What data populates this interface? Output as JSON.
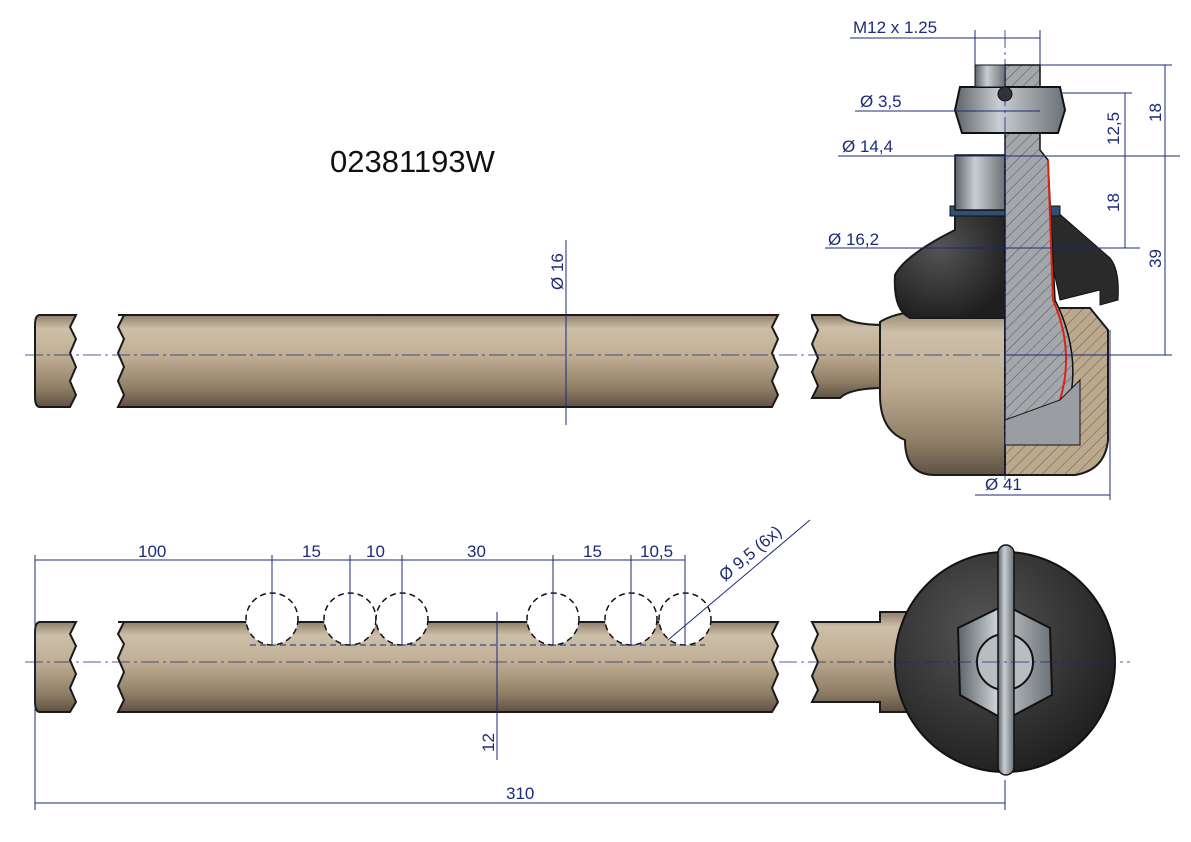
{
  "part_number": "02381193W",
  "top_view": {
    "rod_diameter": "Ø 16",
    "thread": "M12 x 1.25",
    "pin_hole_diameter": "Ø 3,5",
    "stud_diameter_upper": "Ø 14,4",
    "stud_diameter_lower": "Ø 16,2",
    "housing_diameter": "Ø 41",
    "height_thread": "18",
    "height_nut": "12,5",
    "height_cone": "18",
    "height_total": "39"
  },
  "bottom_view": {
    "spacings": [
      "100",
      "15",
      "10",
      "30",
      "15",
      "10,5"
    ],
    "hole_callout": "Ø 9,5 (6x)",
    "hole_depth": "12",
    "total_length": "310"
  },
  "colors": {
    "rod": "#b9a88f",
    "dimension": "#1c2a7a",
    "boot": "#2b2b2b",
    "steel": "#9aa0a6"
  }
}
